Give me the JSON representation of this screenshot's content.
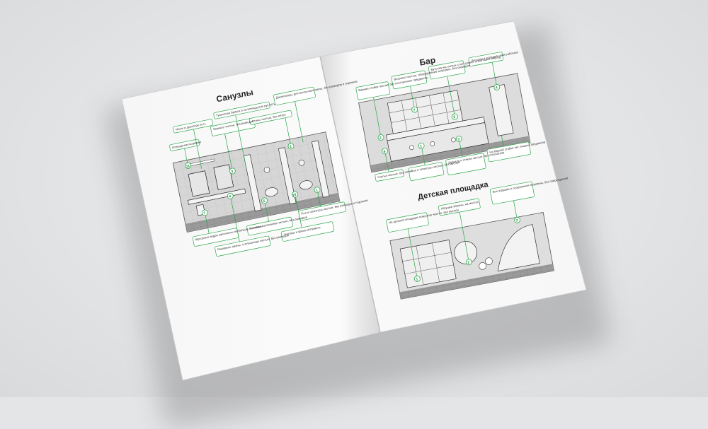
{
  "left_page": {
    "title": "Санузлы",
    "callouts": [
      {
        "text": "Мыло в дозаторе есть",
        "num": ""
      },
      {
        "text": "Туалетная бумага и полотенца для рук есть",
        "num": ""
      },
      {
        "text": "Диспенсеры для мыла наполнены, без разводов и подтеков",
        "num": ""
      },
      {
        "text": "Освещение исправно",
        "num": "11"
      },
      {
        "text": "Зеркало чистое, без разводов",
        "num": "3"
      },
      {
        "text": "Стены чистые, без пятен",
        "num": "2"
      },
      {
        "text": "Мусорные ведра заполнены не больше половины",
        "num": "7"
      },
      {
        "text": "Унитазы, сантехника чистые, без разводов",
        "num": "5"
      },
      {
        "text": "Пол и плинтусы чистые, без разводов и подтеков",
        "num": "1"
      },
      {
        "text": "Раковины, краны, столешницы чистые, без разводов",
        "num": "4"
      },
      {
        "text": "Унитазы и краны исправны",
        "num": "10"
      }
    ]
  },
  "right_page": {
    "title_bar": "Бар",
    "bar_callouts": [
      {
        "text": "Барная стойка чистая, без посторонних предметов",
        "num": "2"
      },
      {
        "text": "Витрины чистые, оборудование исправно, без разводов",
        "num": "7"
      },
      {
        "text": "Бутылки на полках стоят ровно, этикетками вперед",
        "num": "5"
      },
      {
        "text": "Дисплеи и холодильники работают",
        "num": "4"
      },
      {
        "text": "Стулья чистые, без пятен",
        "num": "6"
      },
      {
        "text": "Пол и плинтусы чистые, без мусора",
        "num": "1"
      },
      {
        "text": "Зеркала и стекла чистые, без отпечатков",
        "num": "3"
      },
      {
        "text": "На барной стойке нет лишних предметов",
        "num": ""
      }
    ],
    "title_kids": "Детская площадка",
    "kids_callouts": [
      {
        "text": "На детской площадке покрытие чистое, без мусора",
        "num": "1"
      },
      {
        "text": "Игрушки убраны, на местах",
        "num": "2"
      },
      {
        "text": "Все игрушки и сооружения исправны, без повреждений",
        "num": "3"
      }
    ]
  },
  "colors": {
    "accent": "#2aa64a",
    "page": "#fbfbfb",
    "background": "#e2e3e5"
  }
}
